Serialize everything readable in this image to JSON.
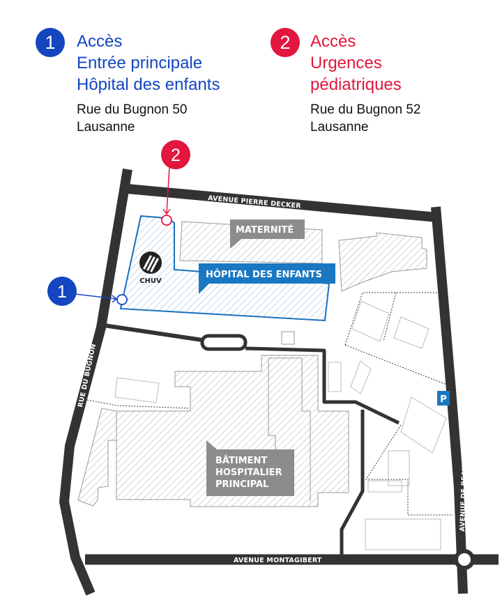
{
  "access_1": {
    "number": "1",
    "title_lines": [
      "Accès",
      "Entrée principale",
      "Hôpital des enfants"
    ],
    "address_lines": [
      "Rue du Bugnon 50",
      "Lausanne"
    ],
    "color": "#1446c0"
  },
  "access_2": {
    "number": "2",
    "title_lines": [
      "Accès",
      "Urgences",
      "pédiatriques"
    ],
    "address_lines": [
      "Rue du Bugnon 52",
      "Lausanne"
    ],
    "color": "#e2163f"
  },
  "map": {
    "streets": {
      "north": "AVENUE PIERRE DECKER",
      "west": "RUE DU BUGNON",
      "south": "AVENUE MONTAGIBERT",
      "east": "AVENUE DE BEAUMONT"
    },
    "buildings": {
      "maternite": "MATERNITÉ",
      "hopital_enfants": "HÔPITAL DES ENFANTS",
      "principal_lines": [
        "BÂTIMENT",
        "HOSPITALIER",
        "PRINCIPAL"
      ]
    },
    "logo": "CHUV",
    "parking": "P",
    "markers": [
      "1",
      "2"
    ]
  }
}
